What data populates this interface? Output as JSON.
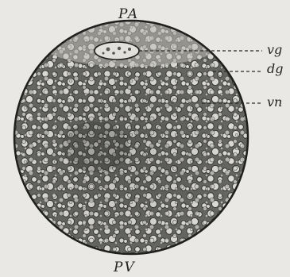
{
  "figure": {
    "pole_top": "PA",
    "pole_bottom": "PV",
    "callouts": {
      "vg": "vg",
      "dg": "dg",
      "vn": "vn"
    }
  },
  "colors": {
    "paper": "#e9e8e4",
    "ink": "#2a2a2a",
    "cell_fill": "#5d5d5a",
    "yolk_fill": "#d9d8d3"
  }
}
